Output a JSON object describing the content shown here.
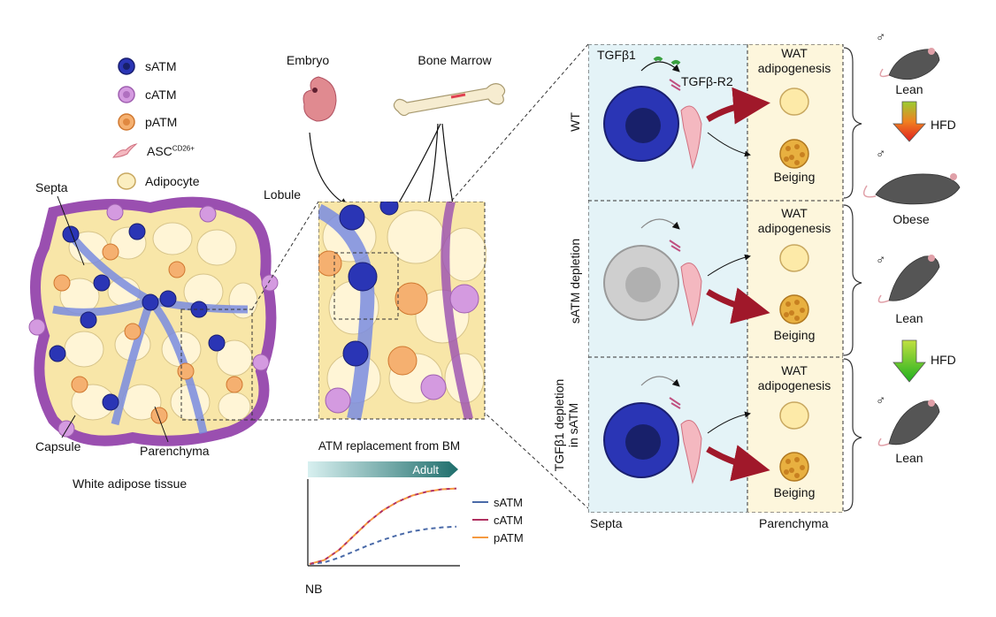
{
  "legend": [
    {
      "key": "satm",
      "label": "sATM",
      "color": "#2a35b5"
    },
    {
      "key": "catm",
      "label": "cATM",
      "color": "#cc88dd"
    },
    {
      "key": "patm",
      "label": "pATM",
      "color": "#f0a060"
    },
    {
      "key": "asc",
      "label": "ASC",
      "sup": "CD26+",
      "color": "#f4b8c0"
    },
    {
      "key": "adipocyte",
      "label": "Adipocyte",
      "color": "#fbeec0"
    }
  ],
  "tissue": {
    "septa": "Septa",
    "capsule": "Capsule",
    "parenchyma": "Parenchyma",
    "caption": "White adipose tissue",
    "lobule": "Lobule"
  },
  "sources": {
    "embryo": "Embryo",
    "bone_marrow": "Bone Marrow"
  },
  "panel": {
    "rows": [
      {
        "label": "WT",
        "top_label": "WAT\nadipogenesis",
        "bottom_label": "Beiging"
      },
      {
        "label": "sATM depletion",
        "top_label": "WAT\nadipogenesis",
        "bottom_label": "Beiging"
      },
      {
        "label": "TGFβ1 depletion\nin sATM",
        "top_label": "WAT\nadipogenesis",
        "bottom_label": "Beiging"
      }
    ],
    "tgfb1": "TGFβ1",
    "receptor": "TGFβ-R2",
    "septa": "Septa",
    "parenchyma": "Parenchyma"
  },
  "mice": {
    "symbol": "♂",
    "states": [
      "Lean",
      "Obese",
      "Lean",
      "Lean"
    ],
    "hfd": "HFD"
  },
  "chart_data": {
    "type": "line",
    "title": "ATM replacement from BM",
    "banner": "Adult",
    "xlabel": "NB",
    "ylabel": "",
    "x": [
      0,
      0.1,
      0.2,
      0.3,
      0.4,
      0.5,
      0.6,
      0.7,
      0.8,
      0.9,
      1.0
    ],
    "series": [
      {
        "name": "sATM",
        "color": "#4a6aa8",
        "values": [
          0,
          0.02,
          0.08,
          0.16,
          0.24,
          0.31,
          0.37,
          0.42,
          0.45,
          0.47,
          0.48
        ]
      },
      {
        "name": "cATM",
        "color": "#b03060",
        "values": [
          0,
          0.05,
          0.18,
          0.36,
          0.54,
          0.69,
          0.8,
          0.88,
          0.93,
          0.96,
          0.97
        ]
      },
      {
        "name": "pATM",
        "color": "#f59a40",
        "values": [
          0,
          0.05,
          0.18,
          0.36,
          0.54,
          0.69,
          0.8,
          0.88,
          0.93,
          0.96,
          0.97
        ]
      }
    ]
  }
}
